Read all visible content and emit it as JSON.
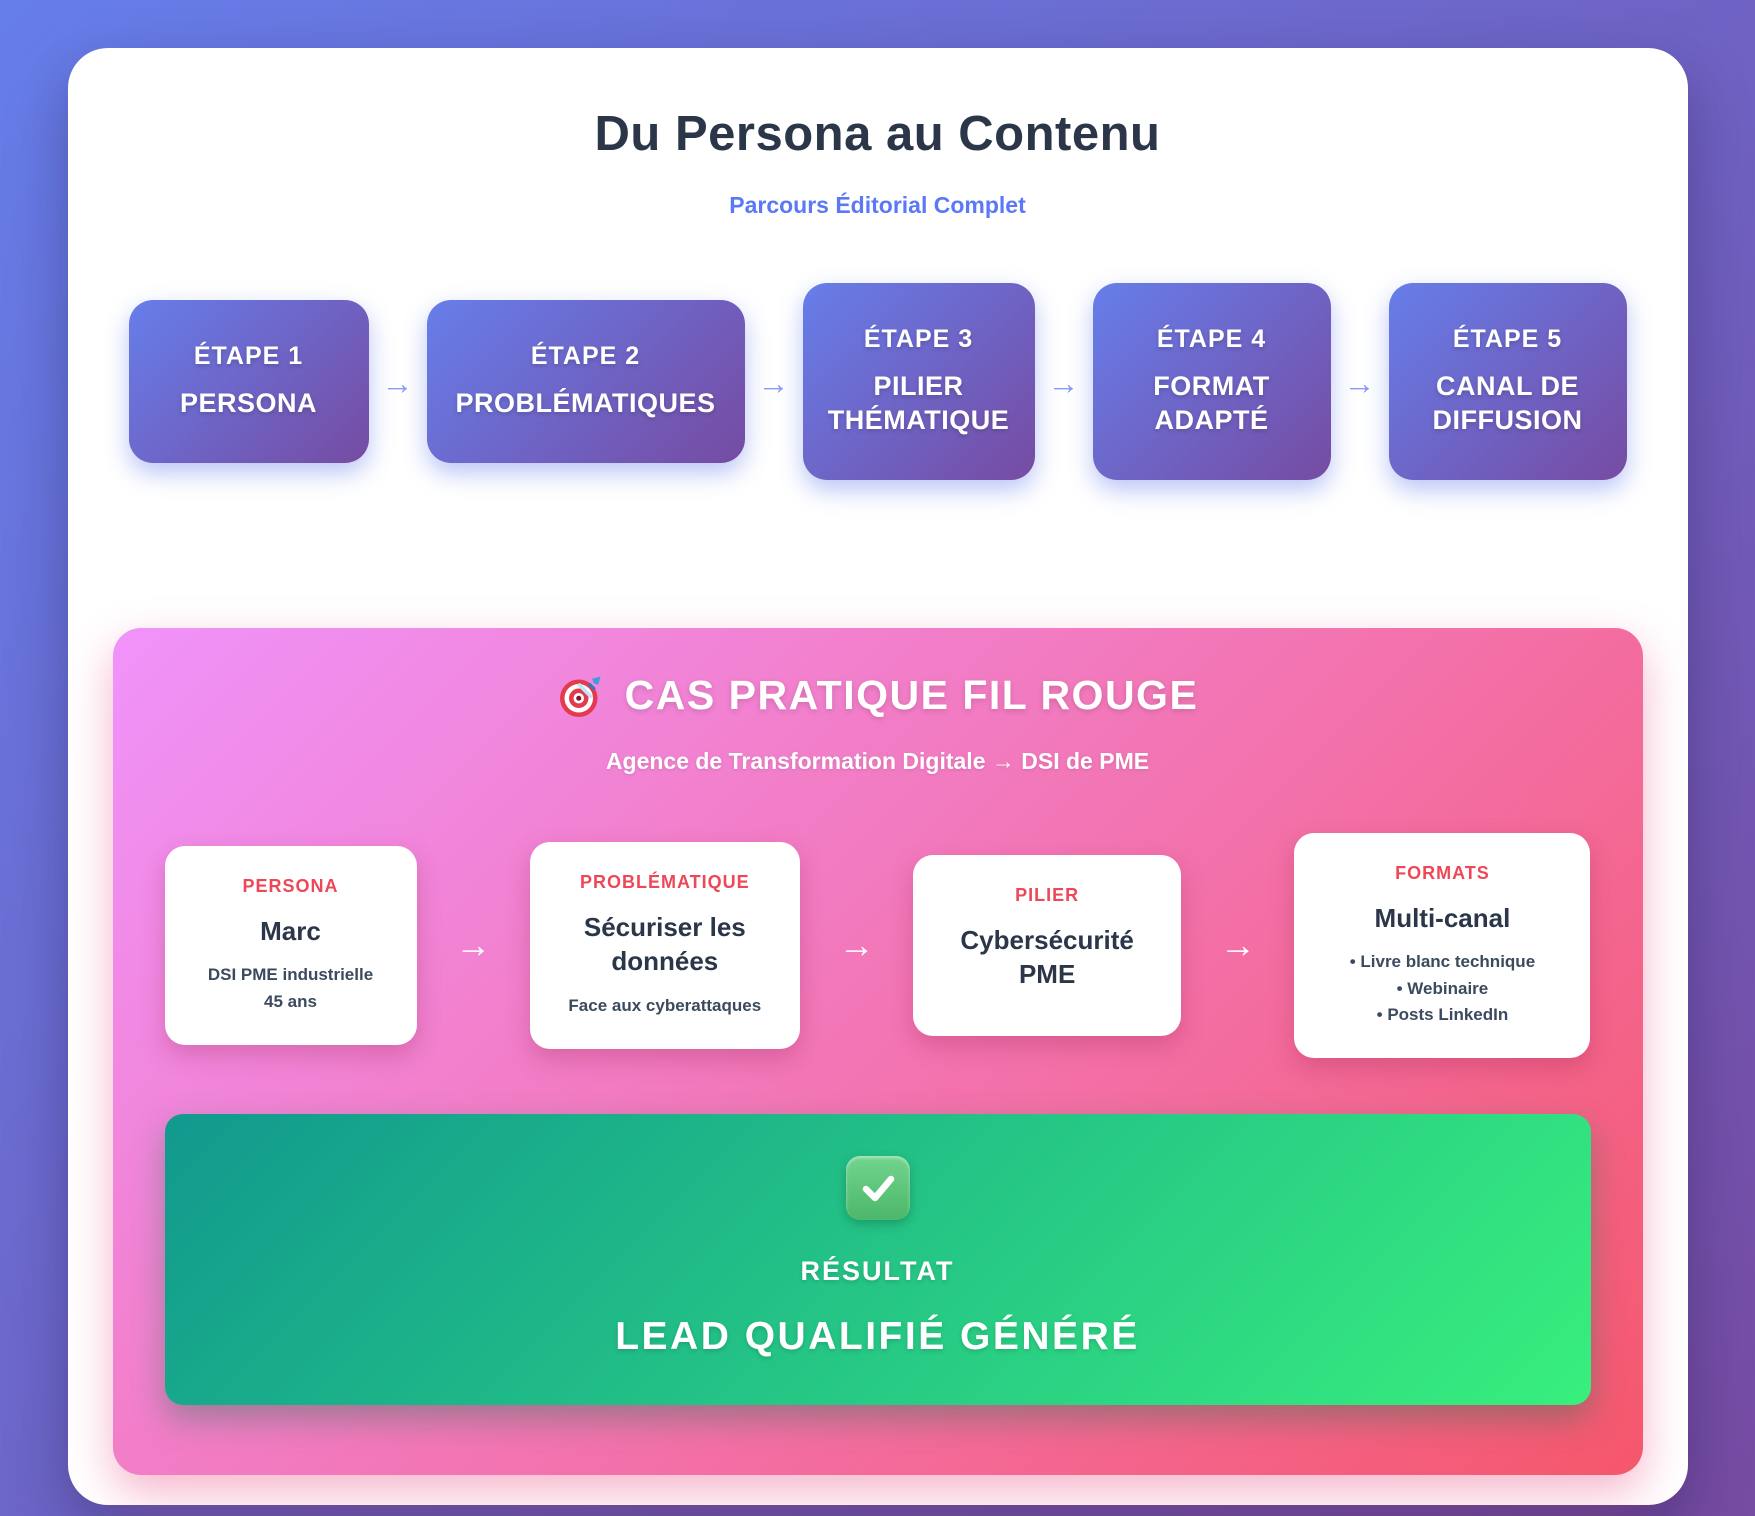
{
  "header": {
    "title": "Du Persona au Contenu",
    "subtitle": "Parcours Éditorial Complet"
  },
  "steps": [
    {
      "label": "ÉTAPE 1",
      "name": "PERSONA"
    },
    {
      "label": "ÉTAPE 2",
      "name": "PROBLÉMATIQUES"
    },
    {
      "label": "ÉTAPE 3",
      "name": "PILIER THÉMATIQUE"
    },
    {
      "label": "ÉTAPE 4",
      "name": "FORMAT ADAPTÉ"
    },
    {
      "label": "ÉTAPE 5",
      "name": "CANAL DE DIFFUSION"
    }
  ],
  "ui": {
    "step_arrow": "→",
    "flow_arrow": "→"
  },
  "case_study": {
    "icon": "target-icon",
    "title": "CAS PRATIQUE FIL ROUGE",
    "subtitle": "Agence de Transformation Digitale → DSI de PME",
    "cards": [
      {
        "label": "PERSONA",
        "title": "Marc",
        "lines": [
          "DSI PME industrielle",
          "45 ans"
        ]
      },
      {
        "label": "PROBLÉMATIQUE",
        "title": "Sécuriser les données",
        "lines": [
          "Face aux cyberattaques"
        ]
      },
      {
        "label": "PILIER",
        "title": "Cybersécurité PME",
        "lines": []
      },
      {
        "label": "FORMATS",
        "title": "Multi-canal",
        "lines": [
          "• Livre blanc technique",
          "• Webinaire",
          "• Posts LinkedIn"
        ]
      }
    ]
  },
  "result": {
    "icon": "check-icon",
    "label": "RÉSULTAT",
    "title": "LEAD QUALIFIÉ GÉNÉRÉ"
  },
  "colors": {
    "background_gradient": [
      "#667eea",
      "#764ba2"
    ],
    "step_gradient": [
      "#667eea",
      "#764ba2"
    ],
    "case_gradient": [
      "#f093fb",
      "#f5576c"
    ],
    "result_gradient": [
      "#11998e",
      "#38ef7d"
    ],
    "title_text": "#2b3649",
    "subtitle_text": "#5b78f6",
    "card_label_red": "#ee4757"
  }
}
